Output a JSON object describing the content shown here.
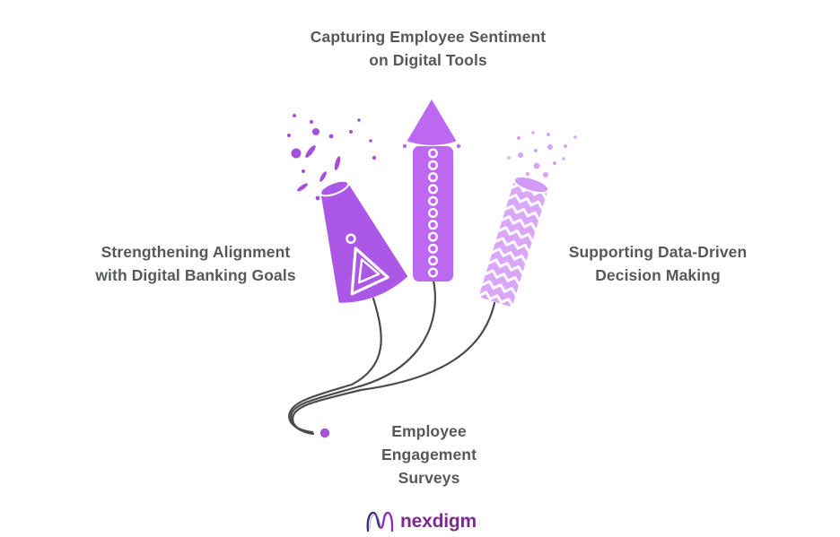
{
  "diagram": {
    "center": {
      "label": "Employee\nEngagement\nSurveys"
    },
    "branches": [
      {
        "id": "top",
        "label": "Capturing Employee Sentiment\non Digital Tools"
      },
      {
        "id": "left",
        "label": "Strengthening Alignment\nwith Digital Banking Goals"
      },
      {
        "id": "right",
        "label": "Supporting Data-Driven\nDecision Making"
      }
    ],
    "icons": [
      "fountain-firework",
      "rocket-firework",
      "firecracker"
    ]
  },
  "branding": {
    "logo_text": "nexdigm"
  },
  "colors": {
    "rocket_purple": "#bd68f0",
    "fountain_purple": "#ab58e6",
    "firecracker_light_purple": "#daa7f8",
    "spark_purple": "#a64fd8",
    "spark_light_purple": "#d8a2f6",
    "fuse_gray": "#4b4b4e",
    "end_dot_purple": "#a851d8",
    "label_gray": "#57585a",
    "logo_purple": "#7c2c8d",
    "background": "#ffffff"
  }
}
